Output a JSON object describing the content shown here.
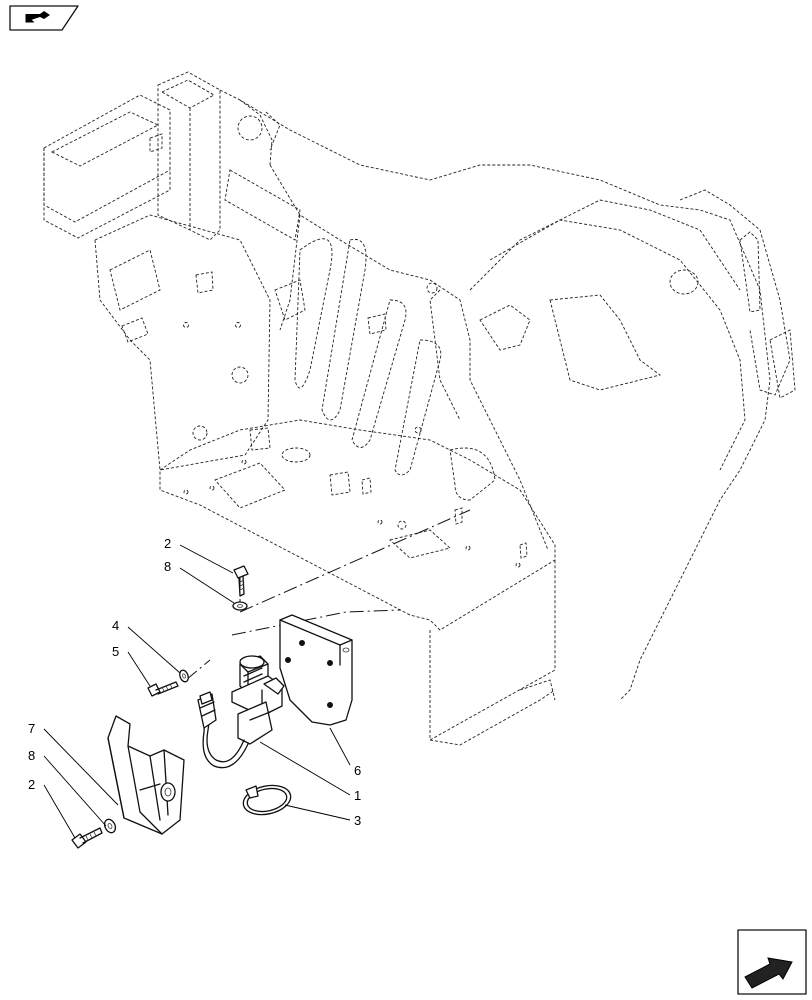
{
  "icons": {
    "top_left": "hand-pointing-right-icon",
    "bottom_right": "navigate-arrow-icon"
  },
  "callouts": [
    {
      "id": "c-2a",
      "label": "2"
    },
    {
      "id": "c-8a",
      "label": "8"
    },
    {
      "id": "c-4",
      "label": "4"
    },
    {
      "id": "c-5",
      "label": "5"
    },
    {
      "id": "c-7",
      "label": "7"
    },
    {
      "id": "c-8b",
      "label": "8"
    },
    {
      "id": "c-2b",
      "label": "2"
    },
    {
      "id": "c-6",
      "label": "6"
    },
    {
      "id": "c-1",
      "label": "1"
    },
    {
      "id": "c-3",
      "label": "3"
    }
  ]
}
